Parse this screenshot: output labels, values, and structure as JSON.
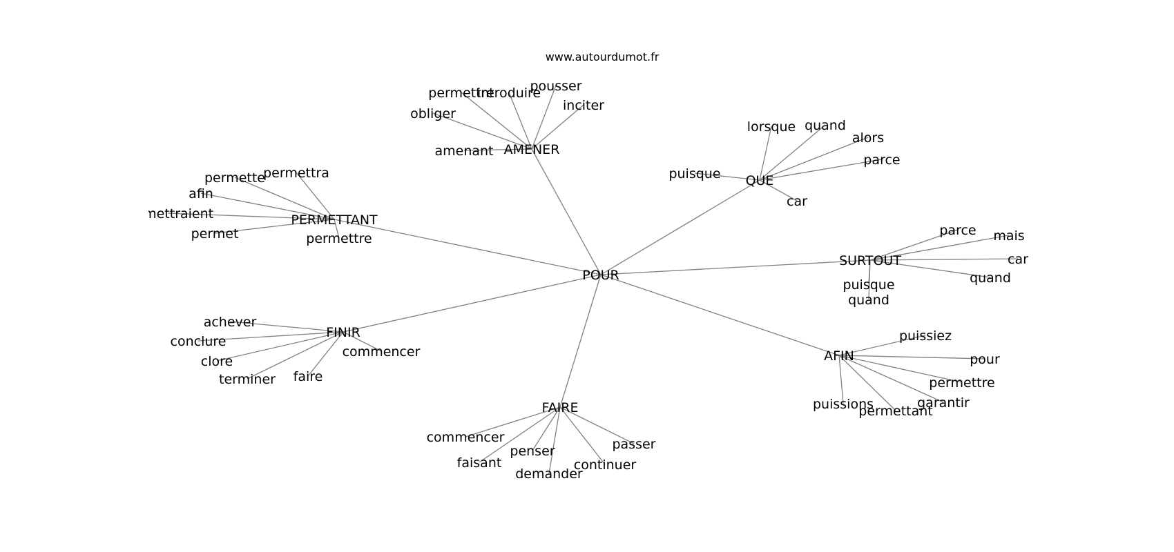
{
  "header": {
    "site": "www.autourdumot.fr"
  },
  "graph": {
    "center": "POUR",
    "groups": [
      {
        "hub": "AMENER",
        "leaves": [
          "permettre",
          "introduire",
          "pousser",
          "inciter",
          "obliger",
          "amenant"
        ]
      },
      {
        "hub": "QUE",
        "leaves": [
          "lorsque",
          "quand",
          "alors",
          "parce",
          "puisque",
          "car"
        ]
      },
      {
        "hub": "PERMETTANT",
        "leaves": [
          "permette",
          "permettra",
          "afin",
          "permettraient",
          "permet",
          "permettre"
        ]
      },
      {
        "hub": "SURTOUT",
        "leaves": [
          "parce",
          "mais",
          "car",
          "quand",
          "puisque",
          "quand"
        ]
      },
      {
        "hub": "FINIR",
        "leaves": [
          "achever",
          "conclure",
          "clore",
          "terminer",
          "faire",
          "commencer"
        ]
      },
      {
        "hub": "AFIN",
        "leaves": [
          "puissiez",
          "pour",
          "permettre",
          "garantir",
          "permettant",
          "puissions"
        ]
      },
      {
        "hub": "FAIRE",
        "leaves": [
          "commencer",
          "faisant",
          "penser",
          "demander",
          "continuer",
          "passer"
        ]
      }
    ]
  },
  "colors": {
    "edge": "#808080",
    "text": "#000000",
    "background": "#ffffff"
  }
}
